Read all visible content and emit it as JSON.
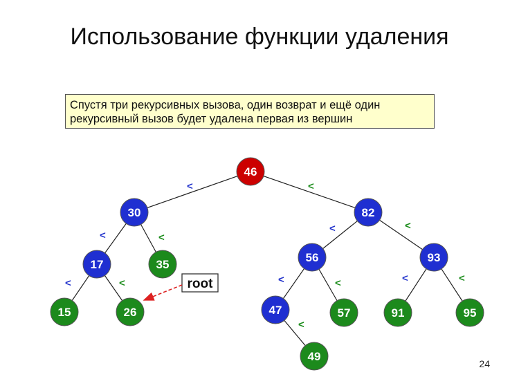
{
  "title": "Использование функции удаления",
  "note": {
    "line1": "Спустя три рекурсивных вызова, один возврат и ещё один",
    "line2": "рекурсивный вызов будет удалена первая из вершин"
  },
  "root_label": "root",
  "page_number": "24",
  "colors": {
    "red": "#cc0000",
    "blue": "#1f2fd1",
    "green": "#1c8a1c",
    "compare_blue": "#2233cc",
    "compare_green": "#1a8c1a",
    "pointer": "#dd2222"
  },
  "nodes": {
    "n46": {
      "label": "46",
      "color": "red"
    },
    "n30": {
      "label": "30",
      "color": "blue"
    },
    "n82": {
      "label": "82",
      "color": "blue"
    },
    "n17": {
      "label": "17",
      "color": "blue"
    },
    "n35": {
      "label": "35",
      "color": "green"
    },
    "n56": {
      "label": "56",
      "color": "blue"
    },
    "n93": {
      "label": "93",
      "color": "blue"
    },
    "n15": {
      "label": "15",
      "color": "green"
    },
    "n26": {
      "label": "26",
      "color": "green"
    },
    "n47": {
      "label": "47",
      "color": "blue"
    },
    "n57": {
      "label": "57",
      "color": "green"
    },
    "n91": {
      "label": "91",
      "color": "green"
    },
    "n95": {
      "label": "95",
      "color": "green"
    },
    "n49": {
      "label": "49",
      "color": "green"
    }
  },
  "comparisons": {
    "c46_30": {
      "symbol": "<",
      "color": "compare_blue"
    },
    "c46_82": {
      "symbol": "<",
      "color": "compare_green"
    },
    "c30_17": {
      "symbol": "<",
      "color": "compare_blue"
    },
    "c30_35": {
      "symbol": "<",
      "color": "compare_green"
    },
    "c82_56": {
      "symbol": "<",
      "color": "compare_blue"
    },
    "c82_93": {
      "symbol": "<",
      "color": "compare_green"
    },
    "c17_15": {
      "symbol": "<",
      "color": "compare_blue"
    },
    "c17_26": {
      "symbol": "<",
      "color": "compare_green"
    },
    "c56_47": {
      "symbol": "<",
      "color": "compare_blue"
    },
    "c56_57": {
      "symbol": "<",
      "color": "compare_green"
    },
    "c93_91": {
      "symbol": "<",
      "color": "compare_blue"
    },
    "c93_95": {
      "symbol": "<",
      "color": "compare_green"
    },
    "c47_49": {
      "symbol": "<",
      "color": "compare_green"
    }
  }
}
